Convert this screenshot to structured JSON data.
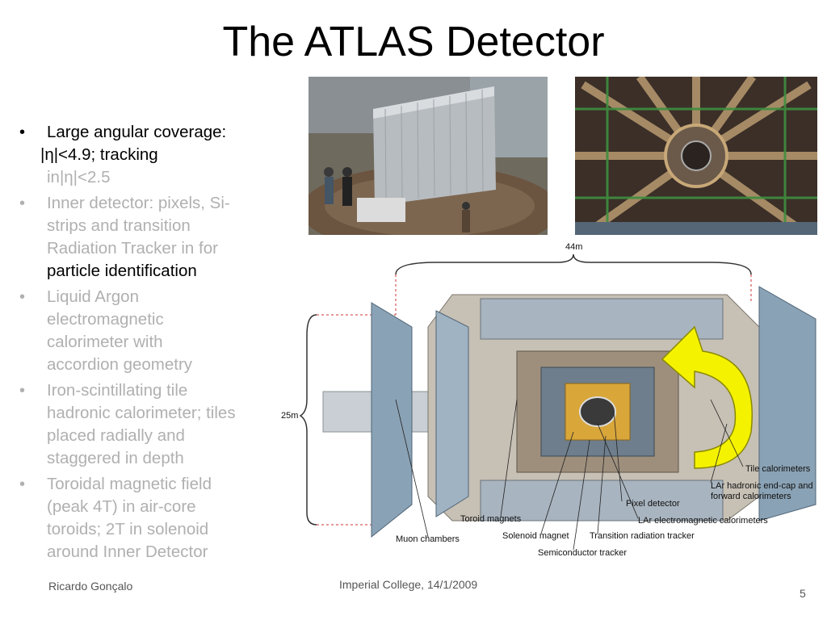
{
  "slide": {
    "title": "The ATLAS Detector",
    "bullets": [
      {
        "text": "Large angular coverage:",
        "sub1": "|η|<4.9; tracking",
        "sub2": "in|η|<2.5"
      },
      {
        "lines": [
          "Inner detector: pixels, Si-",
          "strips and transition",
          "Radiation Tracker in for"
        ],
        "last": "particle identification"
      },
      {
        "lines": [
          "Liquid Argon",
          "electromagnetic",
          "calorimeter with",
          "accordion geometry"
        ]
      },
      {
        "lines": [
          "Iron-scintillating tile",
          "hadronic calorimeter; tiles",
          "placed radially and",
          "staggered in depth"
        ]
      },
      {
        "lines": [
          "Toroidal magnetic field",
          "(peak 4T) in air-core",
          "toroids; 2T in solenoid",
          "around Inner Detector"
        ]
      }
    ],
    "bullet_symbol": "•",
    "footer": {
      "author": "Ricardo Gonçalo",
      "venue_date": "Imperial College, 14/1/2009",
      "page": "5"
    }
  },
  "diagram": {
    "width_label": "44m",
    "height_label": "25m",
    "labels": {
      "tile": "Tile calorimeters",
      "lar_hadronic_1": "LAr hadronic end-cap and",
      "lar_hadronic_2": "forward calorimeters",
      "pixel": "Pixel detector",
      "lar_em": "LAr electromagnetic calorimeters",
      "toroid": "Toroid magnets",
      "solenoid": "Solenoid magnet",
      "trt": "Transition radiation tracker",
      "muon": "Muon chambers",
      "sct": "Semiconductor tracker"
    }
  },
  "colors": {
    "accent_arrow": "#f5f200",
    "grey_text": "#b0b0b0",
    "dimension_line": "#cc3333"
  }
}
